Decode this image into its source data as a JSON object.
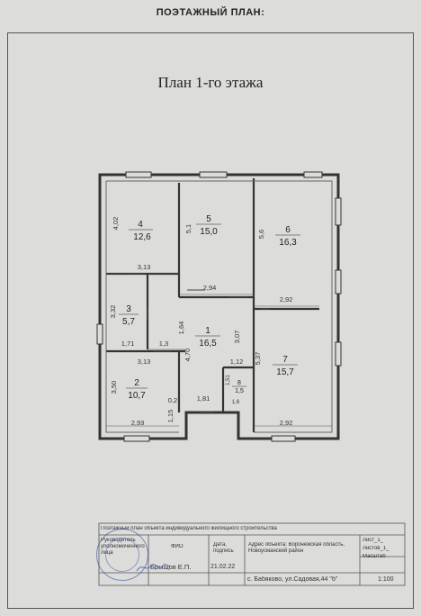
{
  "sheet": {
    "title": "ПОЭТАЖНЫЙ ПЛАН:",
    "plan_title": "План 1-го этажа"
  },
  "rooms": [
    {
      "num": "4",
      "area": "12,6"
    },
    {
      "num": "5",
      "area": "15,0"
    },
    {
      "num": "6",
      "area": "16,3"
    },
    {
      "num": "3",
      "area": "5,7"
    },
    {
      "num": "1",
      "area": "16,5"
    },
    {
      "num": "7",
      "area": "15,7"
    },
    {
      "num": "2",
      "area": "10,7"
    },
    {
      "num": "8",
      "area": "1,5"
    }
  ],
  "dimensions": {
    "d1": "4,02",
    "d2": "5,1",
    "d3": "5,6",
    "d4": "3,13",
    "d5": "2,94",
    "d6": "2,92",
    "d7": "3,32",
    "d8": "1,64",
    "d9": "3,07",
    "d10": "1,71",
    "d11": "1,3",
    "d12": "4,70",
    "d13": "3,13",
    "d14": "1,12",
    "d15": "5,37",
    "d16": "3,50",
    "d17": "1,51",
    "d18": "0,2",
    "d19": "1,81",
    "d20": "1,6",
    "d21": "1,15",
    "d22": "2,93",
    "d23": "2,92"
  },
  "stamp": {
    "heading": "Поэтажный план объекта индивидуального жилищного строительства",
    "role_label": "Руководитель уполномоченного лица",
    "fio_label": "ФИО",
    "fio_value": "Брыщов Е.П.",
    "date_label": "Дата, подпись",
    "date_value": "21.02.22",
    "address_label": "Адрес объекта: Воронежская область, Новоусманский район",
    "address_value": "с. Бабяково, ул.Садовая,44 \"б\"",
    "sheet_label": "Лист_1_",
    "sheets_label": "Листов_1_",
    "scale_label": "Масштаб",
    "scale_value": "1:100"
  }
}
